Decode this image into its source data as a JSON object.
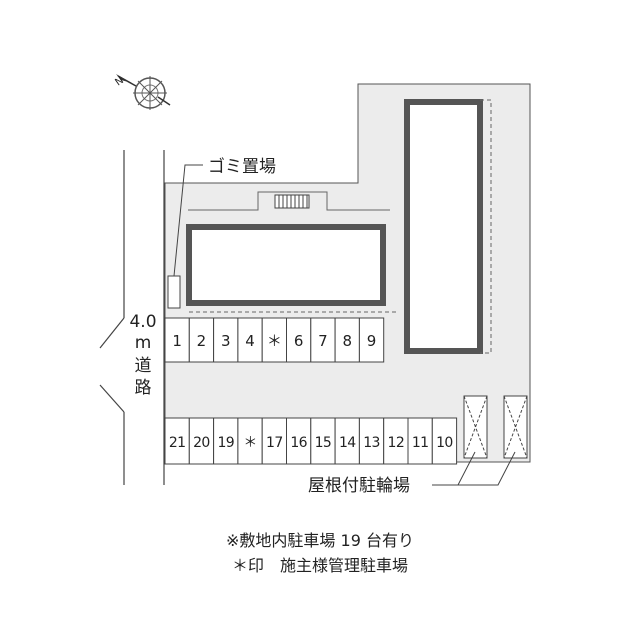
{
  "labels": {
    "compass_north": "N",
    "trash_area": "ゴミ置場",
    "road_width": "4.0",
    "road_unit": "m",
    "road_char1": "道",
    "road_char2": "路",
    "bicycle_parking": "屋根付駐輪場"
  },
  "notes": {
    "line1": "※敷地内駐車場 19 台有り",
    "line2": "＊印　施主様管理駐車場"
  },
  "parking": {
    "row_top": [
      "1",
      "2",
      "3",
      "4",
      "＊",
      "6",
      "7",
      "8",
      "9"
    ],
    "row_bottom": [
      "21",
      "20",
      "19",
      "＊",
      "17",
      "16",
      "15",
      "14",
      "13",
      "12",
      "11",
      "10"
    ]
  },
  "colors": {
    "site_fill": "#ececec",
    "building_border": "#555555",
    "line": "#333333"
  }
}
